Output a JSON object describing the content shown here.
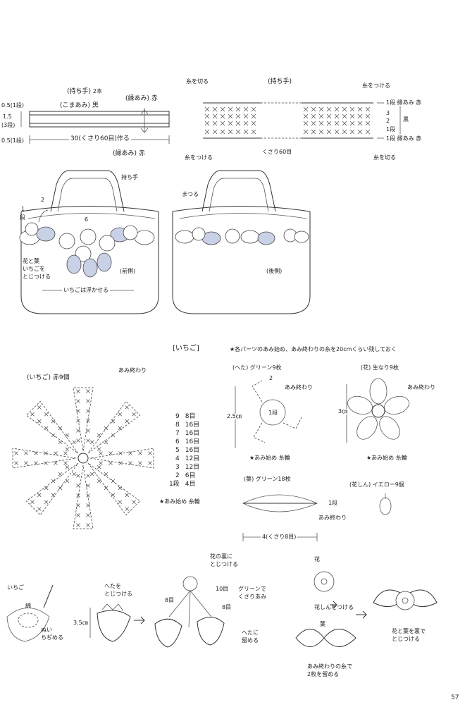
{
  "handle_left": {
    "title": "(持ち手)",
    "count": "2本",
    "koma": "(こまあみ) 黒",
    "fuchi_top": "(縁あみ) 赤",
    "fuchi_bottom": "(縁あみ) 赤",
    "dim_05_top": "0.5(1段)",
    "dim_15": "1.5",
    "dim_3dan": "(3段)",
    "dim_05_bottom": "0.5(1段)",
    "length": "30(くさり60目)作る"
  },
  "handle_right": {
    "title": "(持ち手)",
    "cut_yarn": "糸を切る",
    "attach_yarn": "糸をつける",
    "attach_yarn_left": "糸をつける",
    "cut_yarn_right": "糸を切る",
    "chain": "くさり60目",
    "row1_top": "1段 縁あみ 赤",
    "row1_bottom": "1段 縁あみ 赤",
    "row3": "3",
    "row2": "2",
    "row1": "1段",
    "black": "黒"
  },
  "bag_front": {
    "handle_label": "持ち手",
    "dim_2": "2",
    "dim_6": "6",
    "dim_1": "1",
    "dan": "段",
    "flowers_label": "花と葉\nいちごを\nとじつける",
    "front": "(前側)",
    "strawberry_float": "いちごは浮かせる"
  },
  "bag_back": {
    "sew": "まつる",
    "back": "(後側)"
  },
  "strawberry_section": {
    "heading": "[いちご]",
    "note": "★各パーツのあみ始め、あみ終わりの糸を20cmくらい残しておく",
    "title": "(いちご) 赤9個",
    "end_label": "あみ終わり",
    "start_label": "★あみ始め 糸輪",
    "stitch_table": [
      [
        "9",
        "8目"
      ],
      [
        "8",
        "16目"
      ],
      [
        "7",
        "16目"
      ],
      [
        "6",
        "16目"
      ],
      [
        "5",
        "16目"
      ],
      [
        "4",
        "12目"
      ],
      [
        "3",
        "12目"
      ],
      [
        "2",
        "6目"
      ],
      [
        "1段",
        "4目"
      ]
    ]
  },
  "heta": {
    "title": "(へた) グリーン9枚",
    "end_label": "あみ終わり",
    "num2": "2",
    "num1": "1段",
    "dim": "2.5㎝",
    "start_label": "★あみ始め 糸輪"
  },
  "flower": {
    "title": "(花) 生なり9枚",
    "end_label": "あみ終わり",
    "dim": "3㎝",
    "start_label": "★あみ始め 糸輪"
  },
  "leaf": {
    "title": "(葉) グリーン18枚",
    "row1": "1段",
    "end_label": "あみ終わり",
    "dim": "4(くさり8目)"
  },
  "flower_center": {
    "title": "(花しん) イエロー9個"
  },
  "assembly": {
    "strawberry": "いちご",
    "cotton": "綿",
    "gather": "ぬい\nちぢめる",
    "dim35": "3.5㎝",
    "attach_heta": "へたを\nとじつける",
    "behind_flower": "花の裏に\nとじつける",
    "ten": "10目",
    "eight_left": "8目",
    "eight_right": "8目",
    "green_chain": "グリーンで\nくさりあみ",
    "fasten_heta": "へたに\n留める",
    "flower": "花",
    "attach_center": "花しんをつける",
    "leaf": "葉",
    "end_yarn": "あみ終わりの糸で\n2枚を留める",
    "flower_leaf_back": "花と葉を裏で\nとじつける"
  },
  "page_number": "57",
  "colors": {
    "accent_fill": "#c9d1e6",
    "line": "#333333"
  }
}
